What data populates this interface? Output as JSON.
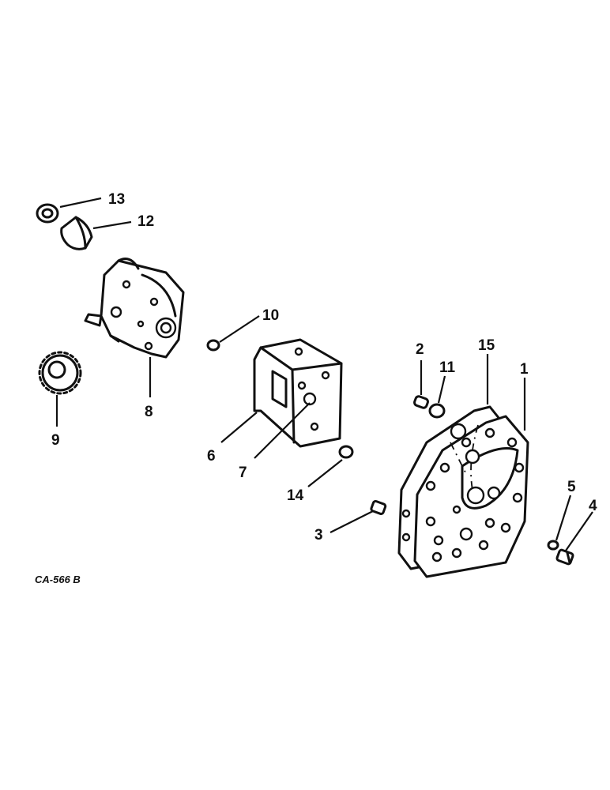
{
  "figure_code": "CA-566 B",
  "callouts": {
    "c1": "1",
    "c2": "2",
    "c3": "3",
    "c4": "4",
    "c5": "5",
    "c6": "6",
    "c7": "7",
    "c8": "8",
    "c9": "9",
    "c10": "10",
    "c11": "11",
    "c12": "12",
    "c13": "13",
    "c14": "14",
    "c15": "15"
  }
}
